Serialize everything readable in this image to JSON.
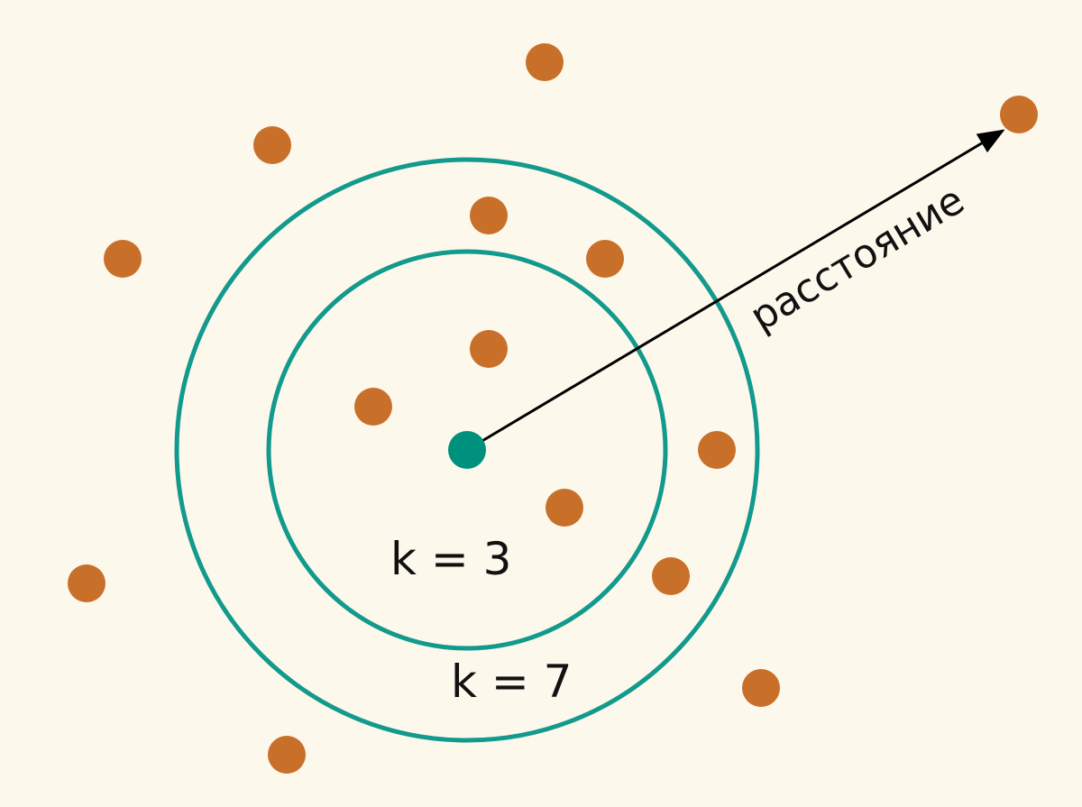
{
  "labels": {
    "inner_k": "k = 3",
    "outer_k": "k = 7",
    "distance": "расстояние"
  },
  "colors": {
    "background": "#FDF8EC",
    "neighbor_point": "#C8702A",
    "query_point": "#00907E",
    "circle": "#129A8C",
    "arrow": "#000000"
  }
}
